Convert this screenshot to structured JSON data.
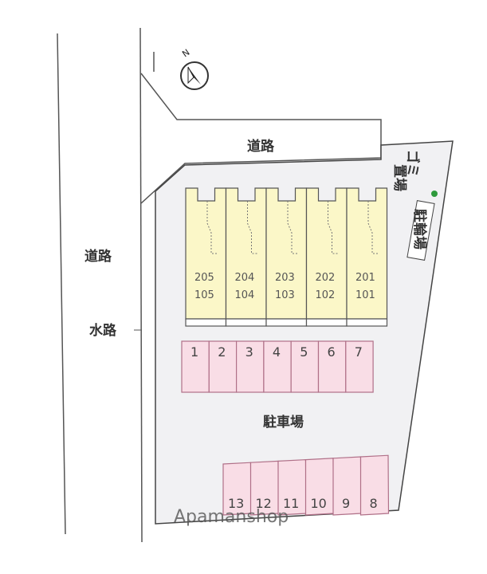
{
  "compass": {
    "north_label": "N"
  },
  "labels": {
    "road_top": "道路",
    "road_left": "道路",
    "waterway": "水路",
    "parking": "駐車場",
    "garbage_line1": "ゴミ",
    "garbage_line2": "置場",
    "bicycle": "駐輪場"
  },
  "units": [
    {
      "upper": "205",
      "lower": "105"
    },
    {
      "upper": "204",
      "lower": "104"
    },
    {
      "upper": "203",
      "lower": "103"
    },
    {
      "upper": "202",
      "lower": "102"
    },
    {
      "upper": "201",
      "lower": "101"
    }
  ],
  "parking_row1": [
    "1",
    "2",
    "3",
    "4",
    "5",
    "6",
    "7"
  ],
  "parking_row2": [
    "13",
    "12",
    "11",
    "10",
    "9",
    "8"
  ],
  "watermark": "Apamanshop",
  "colors": {
    "building": "#fbf7c8",
    "parking": "#f9dde6",
    "site": "#f1f1f3",
    "bike_dot": "#2e9a3c"
  }
}
